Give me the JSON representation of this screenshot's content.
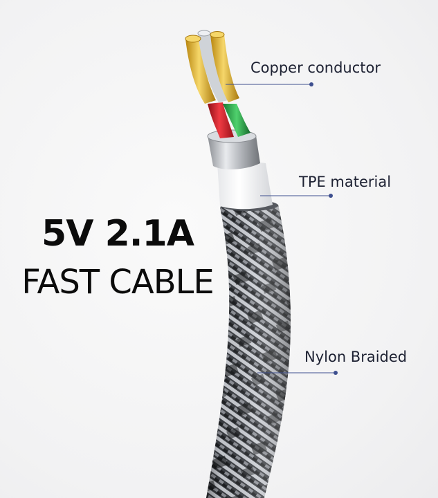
{
  "headline": {
    "line1": "5V 2.1A",
    "line2": "FAST CABLE"
  },
  "callouts": [
    {
      "label": "Copper conductor"
    },
    {
      "label": "TPE material"
    },
    {
      "label": "Nylon Braided"
    }
  ],
  "colors": {
    "background": "#f4f4f5",
    "text": "#0b0b0b",
    "callout_line": "#3e4f8f",
    "wire_red": "#d4202b",
    "wire_green": "#2bb24c",
    "wire_gold": "#e3b629",
    "jacket_white": "#ffffff",
    "braid_dark": "#1f2124",
    "braid_light": "#c9ccd2"
  },
  "icons": [
    "cable-illustration"
  ]
}
